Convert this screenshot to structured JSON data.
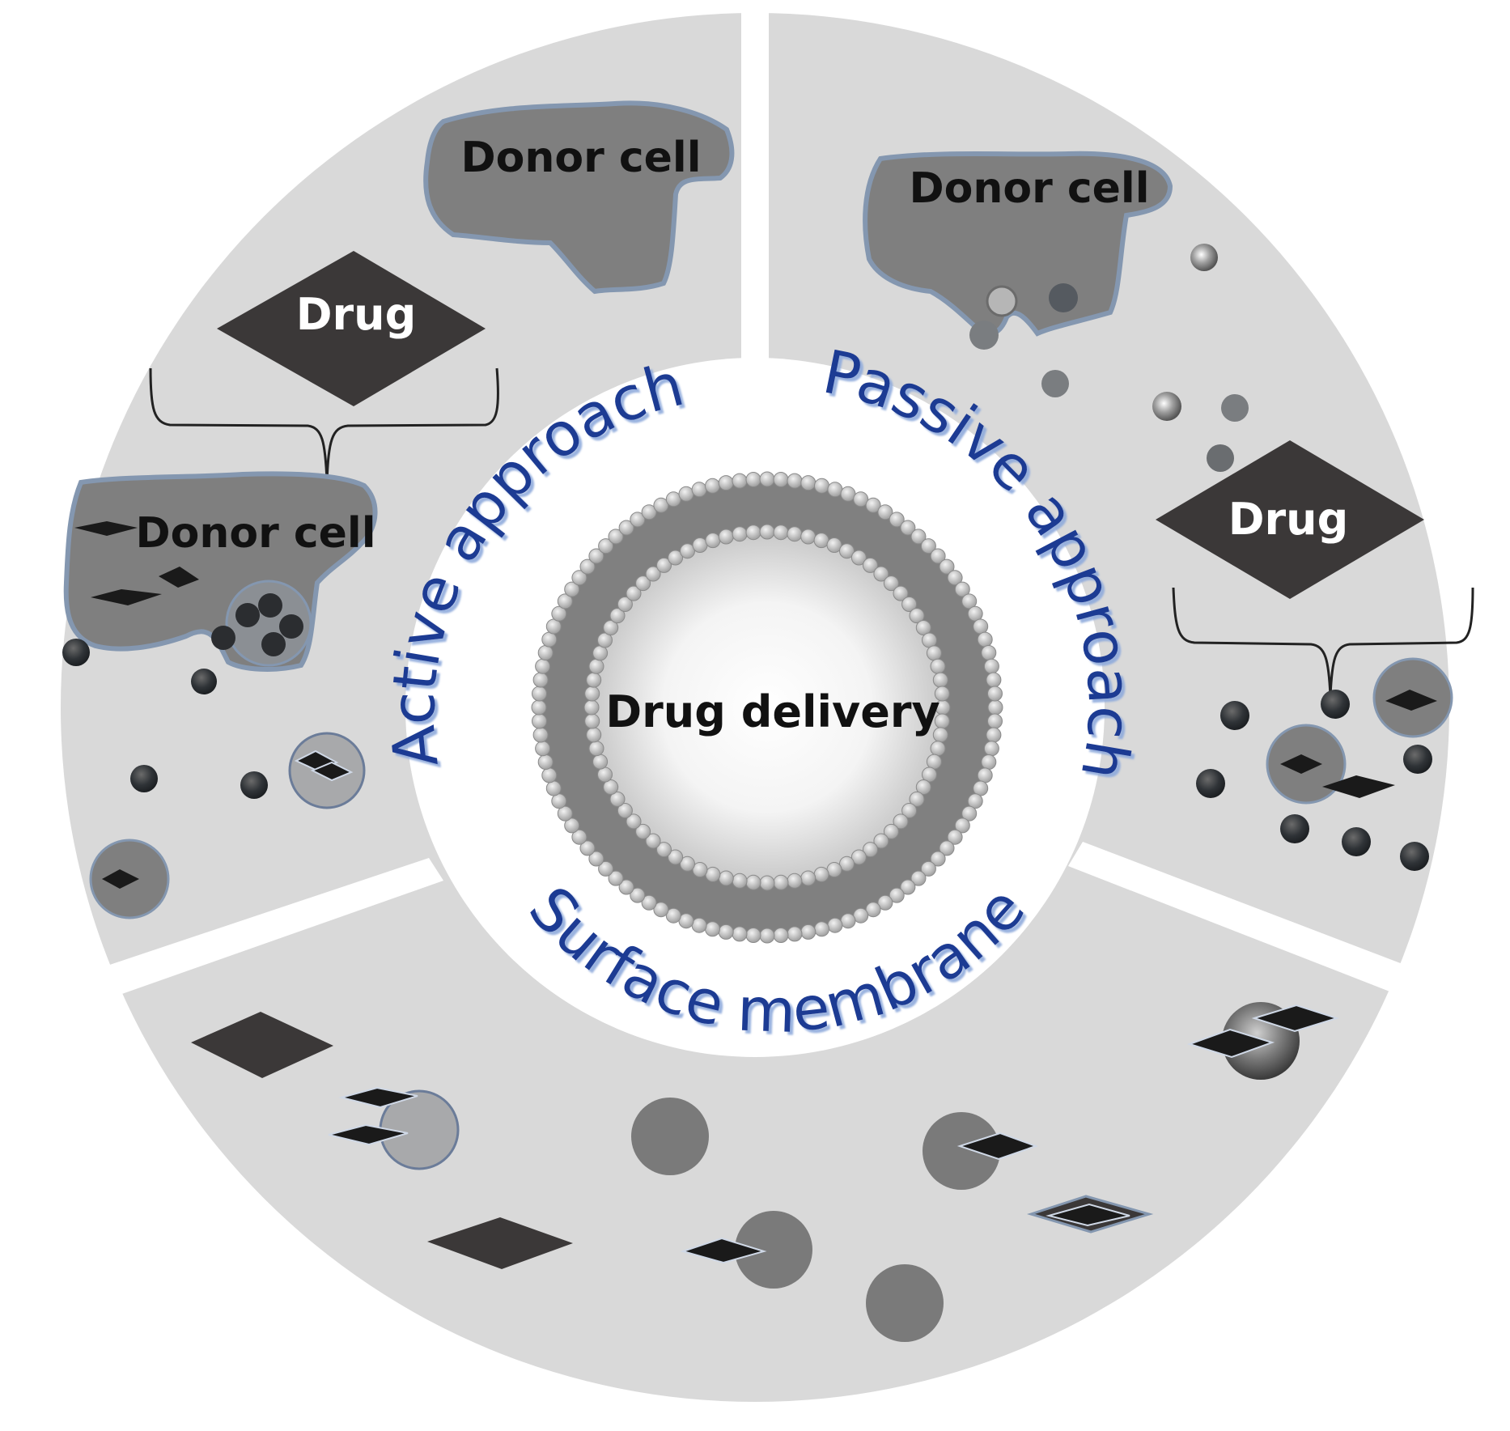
{
  "center": {
    "label": "Drug delivery"
  },
  "arc_labels": {
    "active": "Active approach",
    "passive": "Passive approach",
    "surface": "Surface membrane"
  },
  "active_panel": {
    "donor_top": "Donor cell",
    "drug": "Drug",
    "donor_left": "Donor cell"
  },
  "passive_panel": {
    "donor": "Donor cell",
    "drug": "Drug"
  },
  "colors": {
    "background": "#ffffff",
    "sector": "#d9d9d9",
    "cell": "#7f7f7f",
    "cell_outline": "#8497b0",
    "drug": "#3b3838",
    "arc_text": "#1f3a93",
    "arc_text_shadow": "#8faadc",
    "membrane": "#808080"
  }
}
